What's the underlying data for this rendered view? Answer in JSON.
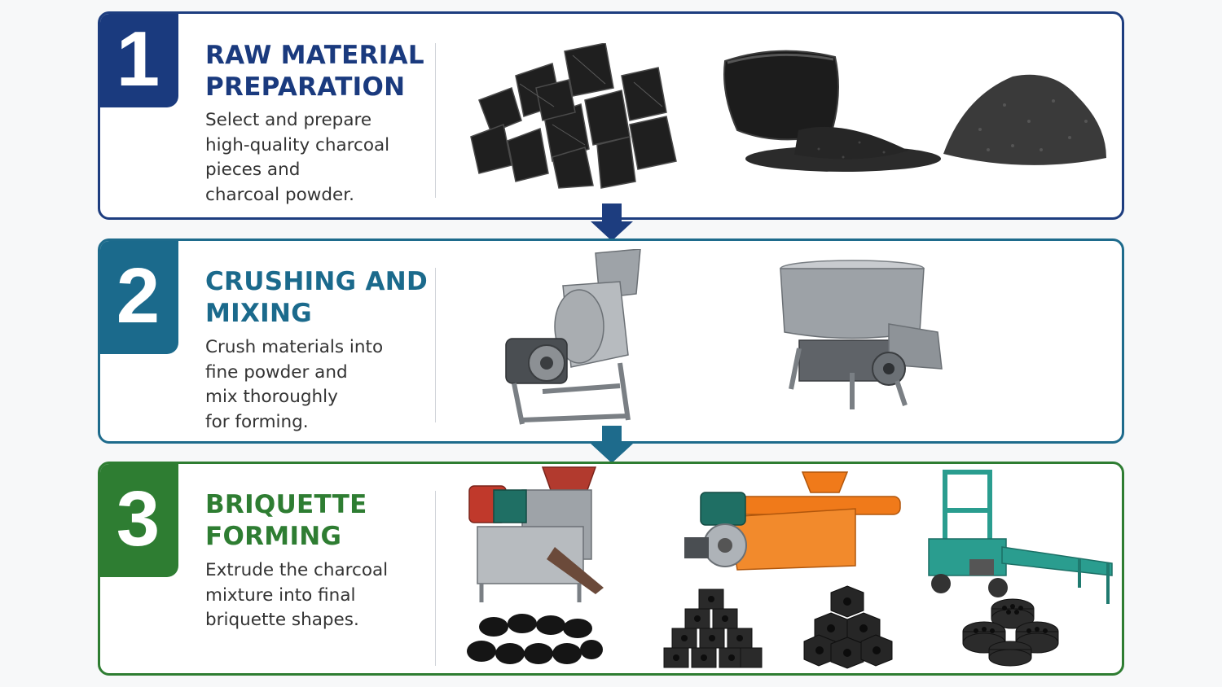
{
  "steps": [
    {
      "number": "1",
      "title_line1": "RAW MATERIAL",
      "title_line2": "PREPARATION",
      "description": [
        "Select and prepare",
        "high-quality charcoal",
        "pieces and",
        "charcoal powder."
      ],
      "color": "#1a3a7e"
    },
    {
      "number": "2",
      "title_line1": "CRUSHING AND",
      "title_line2": "MIXING",
      "description": [
        "Crush materials into",
        "fine powder and",
        "mix thoroughly",
        "for forming."
      ],
      "color": "#1b6a8c"
    },
    {
      "number": "3",
      "title_line1": "BRIQUETTE",
      "title_line2": "FORMING",
      "description": [
        "Extrude the charcoal",
        "mixture into final",
        "briquette shapes."
      ],
      "color": "#2e7d32"
    }
  ],
  "icons": {
    "step1": [
      "charcoal-lumps-icon",
      "charcoal-powder-bag-icon",
      "charcoal-powder-pile-icon"
    ],
    "step2": [
      "crusher-machine-icon",
      "mixer-machine-icon"
    ],
    "step3": [
      "ball-press-machine-icon",
      "extruder-machine-icon",
      "honeycomb-press-machine-icon",
      "pillow-briquettes-icon",
      "hexagonal-briquettes-icon",
      "hexagonal-briquette-stack-icon",
      "honeycomb-briquettes-icon"
    ],
    "arrows": [
      "down-arrow-icon"
    ]
  }
}
